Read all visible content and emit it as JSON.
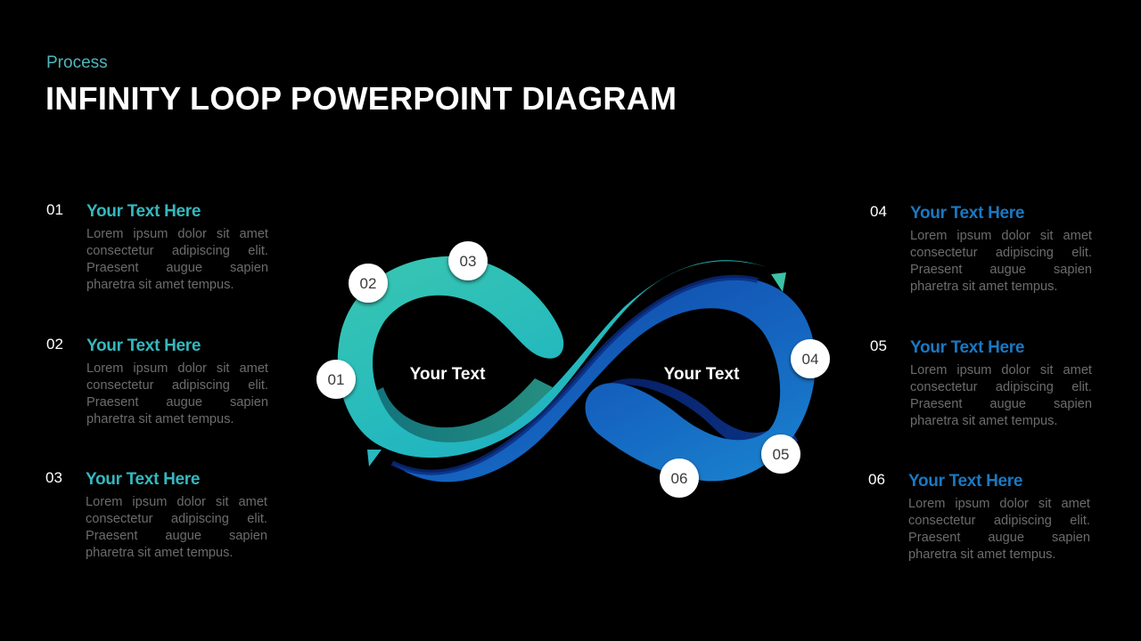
{
  "header": {
    "subtitle": "Process",
    "title": "INFINITY LOOP POWERPOINT DIAGRAM"
  },
  "items": [
    {
      "number": "01",
      "heading": "Your Text Here",
      "body": "Lorem ipsum dolor sit amet consectetur adipiscing elit. Praesent augue sapien pharetra sit amet tempus."
    },
    {
      "number": "02",
      "heading": "Your Text Here",
      "body": "Lorem ipsum dolor sit amet consectetur adipiscing elit. Praesent augue sapien pharetra sit amet tempus."
    },
    {
      "number": "03",
      "heading": "Your Text Here",
      "body": "Lorem ipsum dolor sit amet consectetur adipiscing elit. Praesent augue sapien pharetra sit amet tempus."
    },
    {
      "number": "04",
      "heading": "Your Text Here",
      "body": "Lorem ipsum dolor sit amet consectetur adipiscing elit. Praesent augue sapien pharetra sit amet tempus."
    },
    {
      "number": "05",
      "heading": "Your Text Here",
      "body": "Lorem ipsum dolor sit amet consectetur adipiscing elit. Praesent augue sapien pharetra sit amet tempus."
    },
    {
      "number": "06",
      "heading": "Your Text Here",
      "body": "Lorem ipsum dolor sit amet consectetur adipiscing elit. Praesent augue sapien pharetra sit amet tempus."
    }
  ],
  "diagram": {
    "left_label": "Your Text",
    "right_label": "Your Text",
    "markers": [
      "01",
      "02",
      "03",
      "04",
      "05",
      "06"
    ]
  },
  "colors": {
    "teal": "#35b7be",
    "blue": "#1a78c2",
    "background": "#000000"
  }
}
